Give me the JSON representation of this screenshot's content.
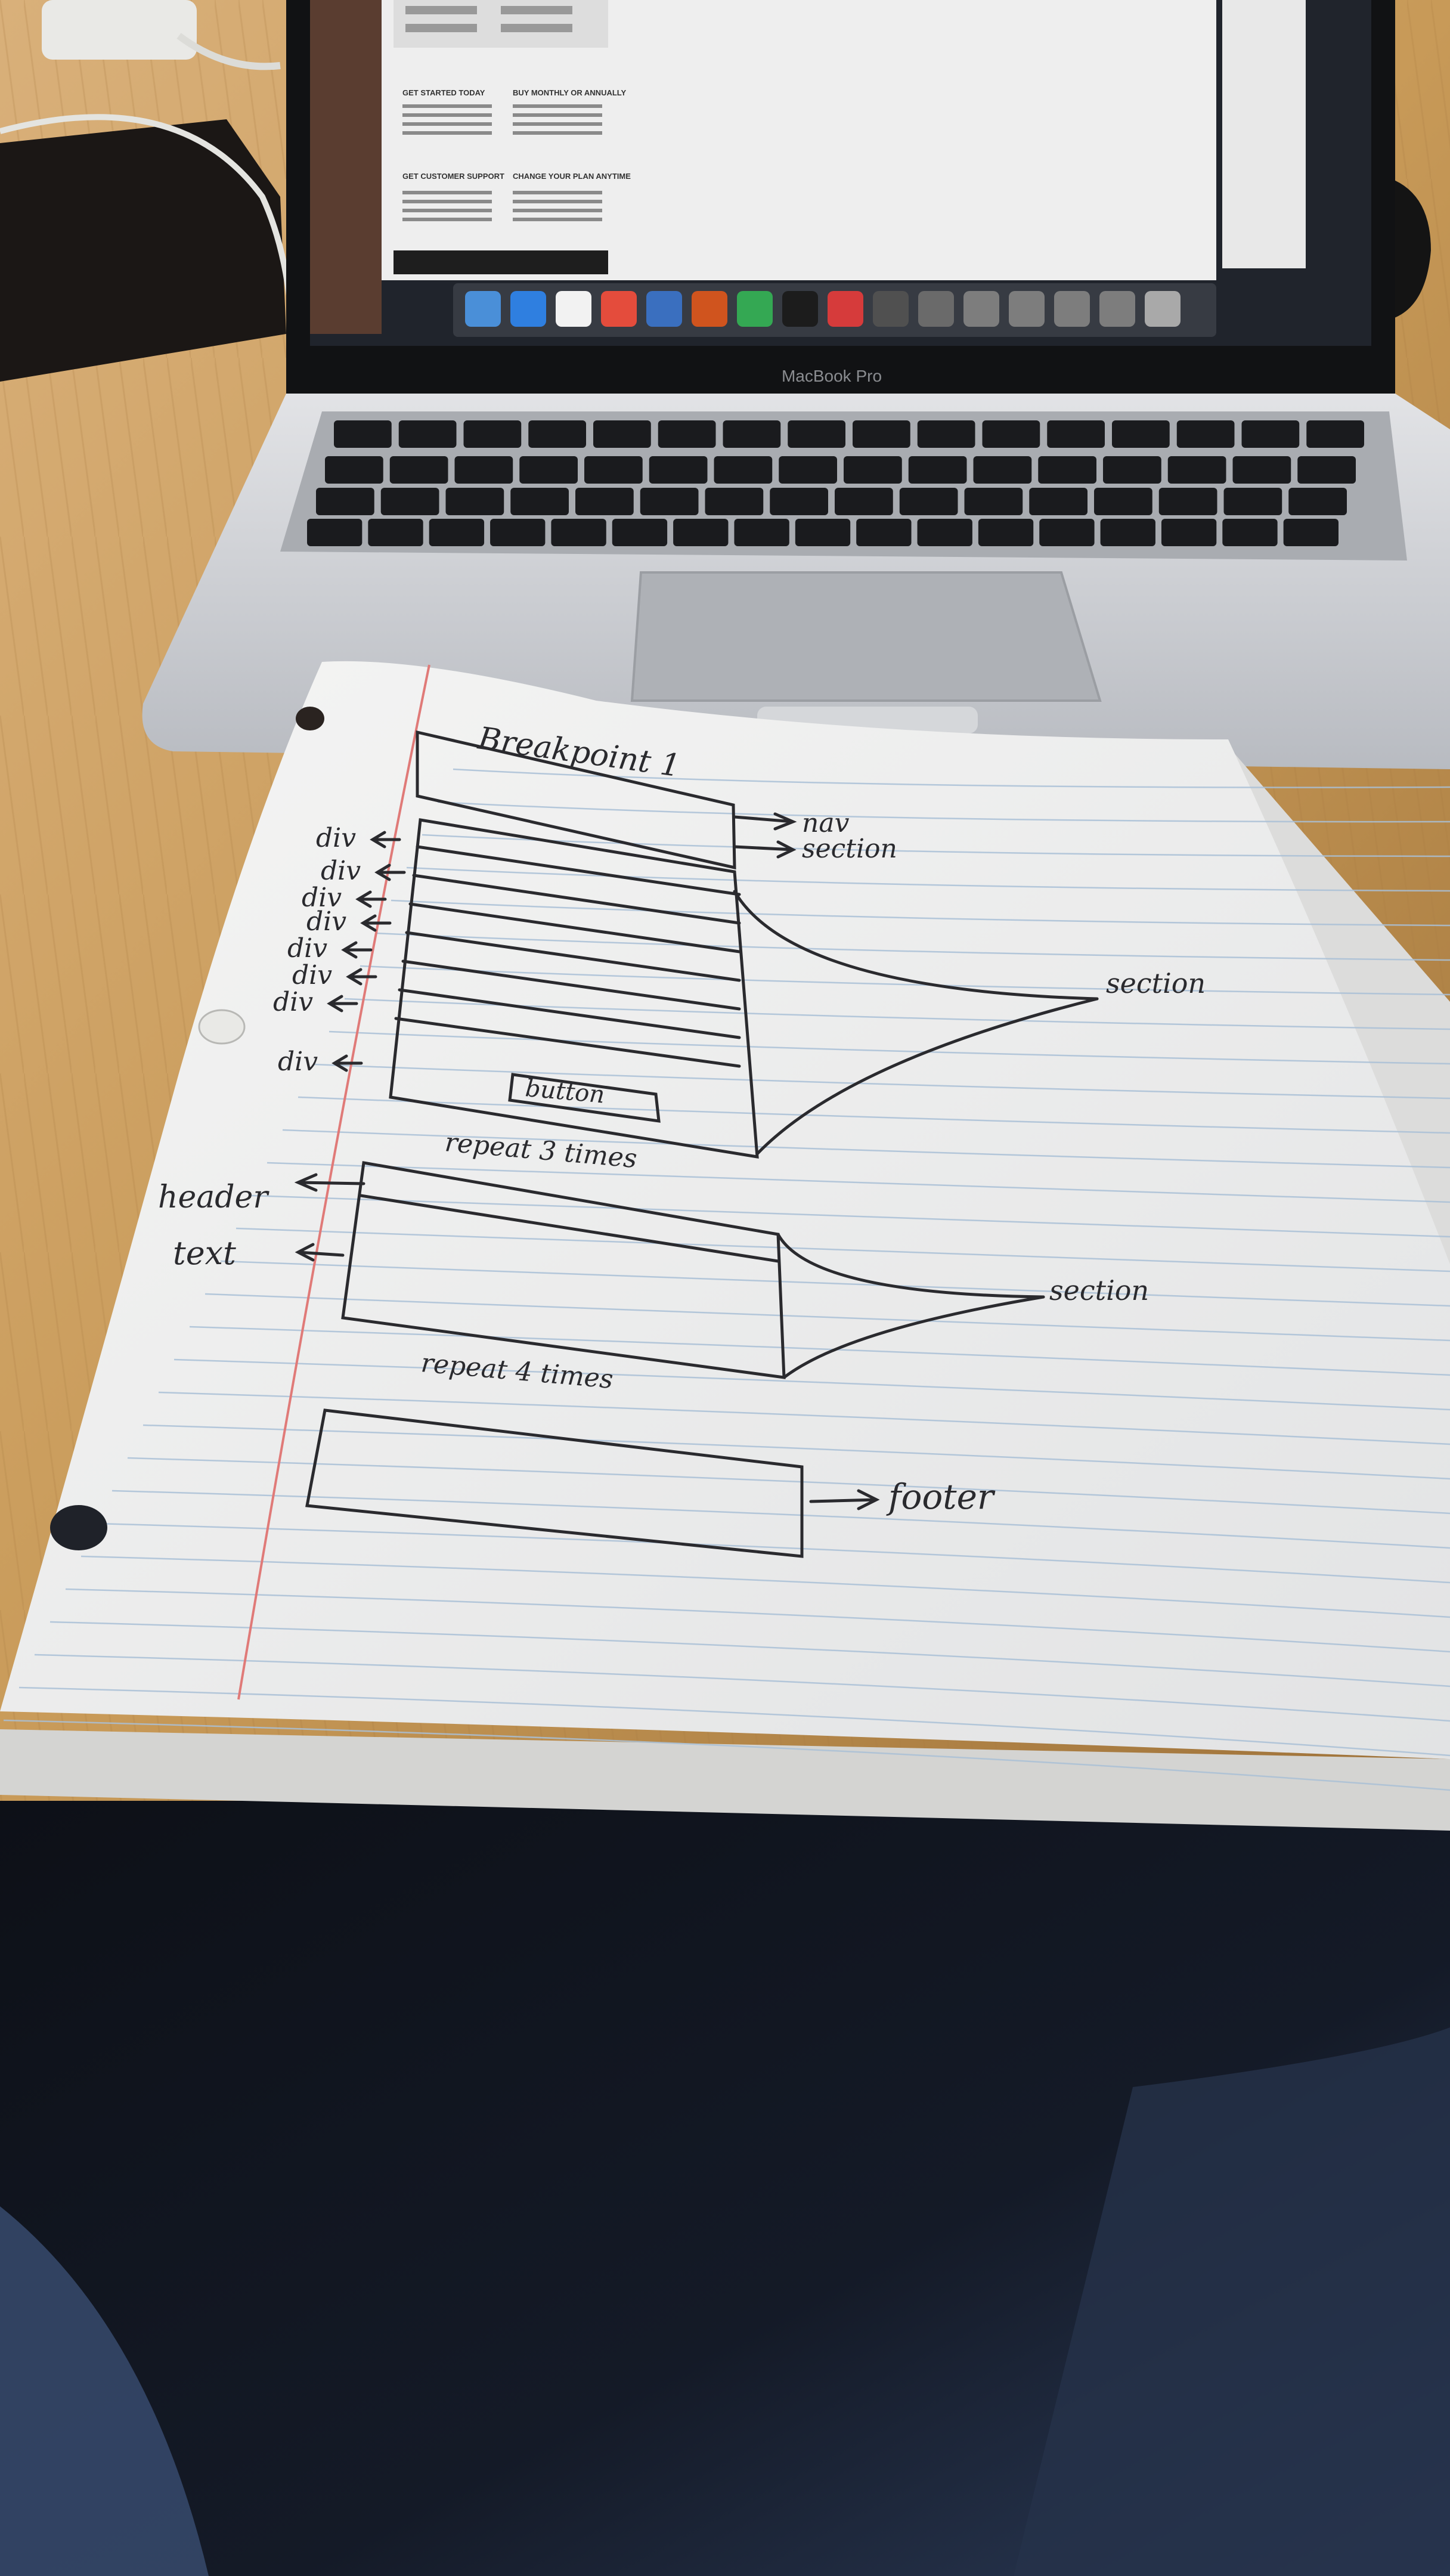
{
  "laptop": {
    "brand_label": "MacBook Pro",
    "screen": {
      "heading_left": "GET STARTED TODAY",
      "heading_right": "BUY MONTHLY OR ANNUALLY",
      "heading_left_2": "GET CUSTOMER SUPPORT",
      "heading_right_2": "CHANGE YOUR PLAN ANYTIME"
    },
    "dock_icons": [
      "finder-icon",
      "safari-icon",
      "calendar-icon",
      "chrome-icon",
      "maps-icon",
      "sublime-icon",
      "s-app-icon",
      "terminal-icon",
      "slides-icon",
      "compass-icon",
      "settings-icon",
      "window-thumb-icon",
      "window-thumb-icon",
      "window-thumb-icon",
      "window-thumb-icon",
      "trash-icon"
    ]
  },
  "notebook": {
    "title": "Breakpoint 1",
    "nav_label": "nav",
    "section_label_1": "section",
    "div_labels": [
      "div",
      "div",
      "div",
      "div",
      "div",
      "div",
      "div",
      "div"
    ],
    "button_label": "button",
    "section_label_2": "section",
    "repeat_1": "repeat 3 times",
    "header_label": "header",
    "text_label": "text",
    "section_label_3": "section",
    "repeat_2": "repeat 4 times",
    "footer_label": "footer"
  },
  "colors": {
    "paper": "#efefee",
    "rule_line": "#a9bfd6",
    "margin_line": "#e07a78",
    "ink": "#2a2a2e",
    "desk": "#c89a58",
    "laptop_silver": "#c9cbcf",
    "jeans": "#22304a"
  }
}
